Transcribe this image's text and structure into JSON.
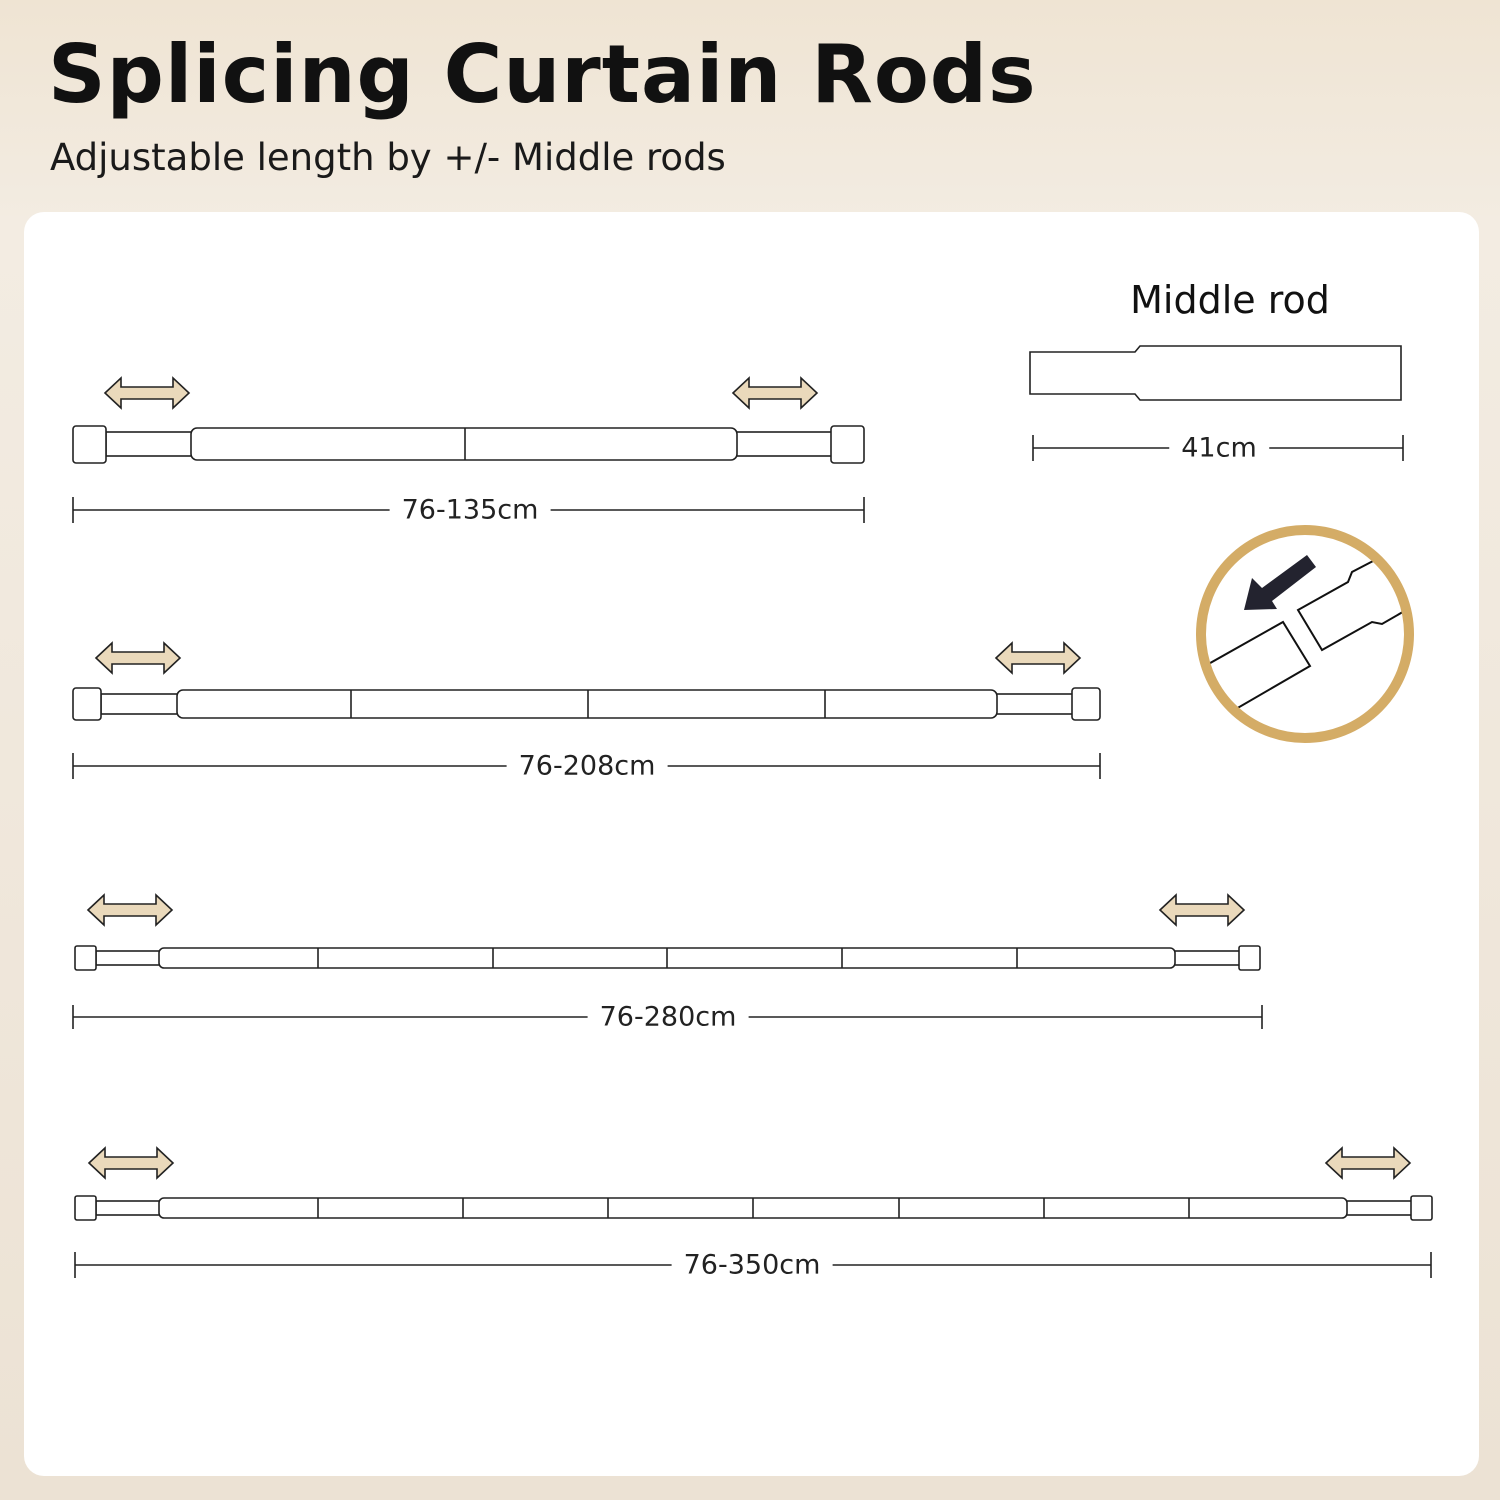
{
  "header": {
    "title": "Splicing Curtain Rods",
    "subtitle": "Adjustable length by +/- Middle rods"
  },
  "rods": [
    {
      "length_label": "76-135cm",
      "middle_rods": 2
    },
    {
      "length_label": "76-208cm",
      "middle_rods": 4
    },
    {
      "length_label": "76-280cm",
      "middle_rods": 6
    },
    {
      "length_label": "76-350cm",
      "middle_rods": 8
    }
  ],
  "middle_rod": {
    "title": "Middle rod",
    "length_label": "41cm"
  },
  "colors": {
    "arrow": "#ead9bb",
    "ring": "#d4ac66",
    "insert_arrow": "#23232f"
  },
  "icons": [
    "double-arrow-icon",
    "insert-arrow-icon"
  ]
}
